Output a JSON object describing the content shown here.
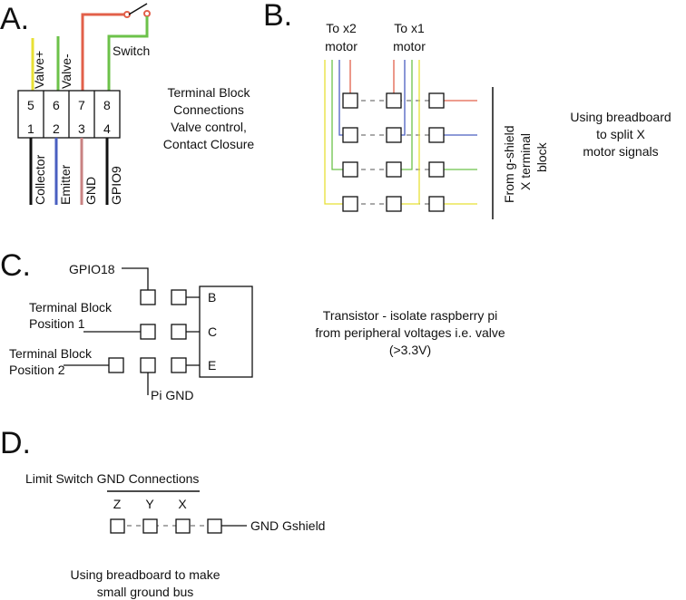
{
  "colors": {
    "red": "#e2604a",
    "green": "#6cc24a",
    "yellow": "#e8e035",
    "blue": "#4a5fc1",
    "pink": "#c98282",
    "black": "#111111"
  },
  "section_a": {
    "heading": "A.",
    "pins_top": [
      "5",
      "6",
      "7",
      "8"
    ],
    "pins_bottom": [
      "1",
      "2",
      "3",
      "4"
    ],
    "wire_labels_top": [
      "Valve+",
      "Valve-",
      "Switch"
    ],
    "wire_labels_bottom": [
      "Collector",
      "Emitter",
      "GND",
      "GPIO9"
    ],
    "description": [
      "Terminal Block",
      "Connections",
      "Valve control,",
      "Contact Closure"
    ]
  },
  "section_b": {
    "heading": "B.",
    "motor_labels": [
      "To x2",
      "motor",
      "To x1",
      "motor"
    ],
    "side_label": [
      "From g-shield",
      "X terminal",
      "block"
    ],
    "description": [
      "Using breadboard",
      "to split X",
      "motor signals"
    ]
  },
  "section_c": {
    "heading": "C.",
    "labels": {
      "gpio": "GPIO18",
      "tb1": [
        "Terminal Block",
        "Position 1"
      ],
      "tb2": [
        "Terminal Block",
        "Position 2"
      ],
      "pi_gnd": "Pi GND"
    },
    "transistor_pins": [
      "B",
      "C",
      "E"
    ],
    "description": [
      "Transistor - isolate raspberry pi",
      "from peripheral voltages i.e. valve",
      "(>3.3V)"
    ]
  },
  "section_d": {
    "heading": "D.",
    "title": "Limit Switch GND Connections",
    "axes": [
      "Z",
      "Y",
      "X"
    ],
    "gnd_label": "GND Gshield",
    "description": [
      "Using breadboard to make",
      "small ground bus"
    ]
  }
}
